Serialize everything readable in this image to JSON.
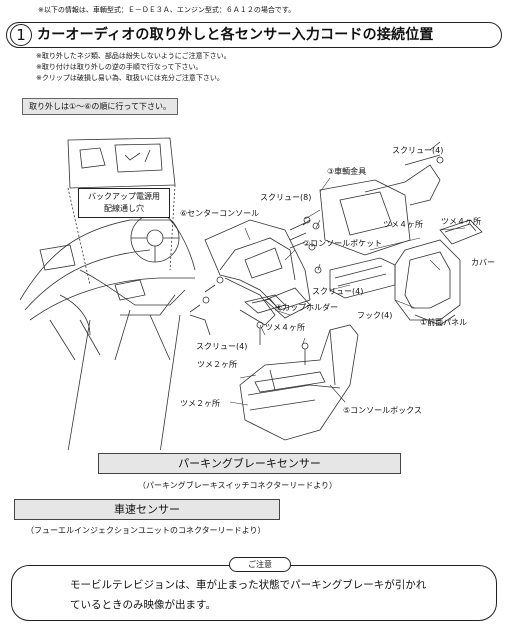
{
  "top_note": "※以下の情報は、車輌型式：Ｅ－ＤＥ３Ａ、エンジン型式：６Ａ１２の場合です。",
  "step": {
    "number": "1",
    "title": "カーオーディオの取り外しと各センサー入力コードの接続位置"
  },
  "cautions": [
    "※取り外したネジ類、部品は紛失しないようにご注意下さい。",
    "※取り付けは取り外しの逆の手順で行なって下さい。",
    "※クリップは破損し易い為、取扱いには充分ご注意下さい。"
  ],
  "order_note": "取り外しは①～⑥の順に行って下さい。",
  "diagram": {
    "backup_label": [
      "バックアップ電源用",
      "配線通し穴"
    ],
    "labels": {
      "screw_4_a": "スクリュー(4)",
      "bracket": "③車輌金具",
      "screw_8": "スクリュー(8)",
      "center_console": "⑥センターコンソール",
      "claw_4_a": "ツメ４ヶ所",
      "claw_4_b": "ツメ４ヶ所",
      "console_pocket": "②コンソールポケット",
      "cover": "カバー",
      "screw_4_b": "スクリュー(4)",
      "cup_holder": "④カップホルダー",
      "hook_4": "フック(4)",
      "front_panel": "①前面パネル",
      "claw_4_c": "ツメ４ヶ所",
      "screw_4_c": "スクリュー(4)",
      "claw_2_a": "ツメ２ヶ所",
      "claw_2_b": "ツメ２ヶ所",
      "console_box": "⑤コンソールボックス"
    }
  },
  "sensors": {
    "parking_brake": {
      "label": "パーキングブレーキセンサー",
      "sub": "（パーキングブレーキスイッチコネクターリードより）"
    },
    "vehicle_speed": {
      "label": "車速センサー",
      "sub": "（フューエルインジェクションユニットのコネクターリードより）"
    }
  },
  "notice": {
    "title": "ご注意",
    "lines": [
      "モービルテレビジョンは、車が止まった状態でパーキングブレーキが引かれ",
      "ているときのみ映像が出ます。"
    ]
  }
}
